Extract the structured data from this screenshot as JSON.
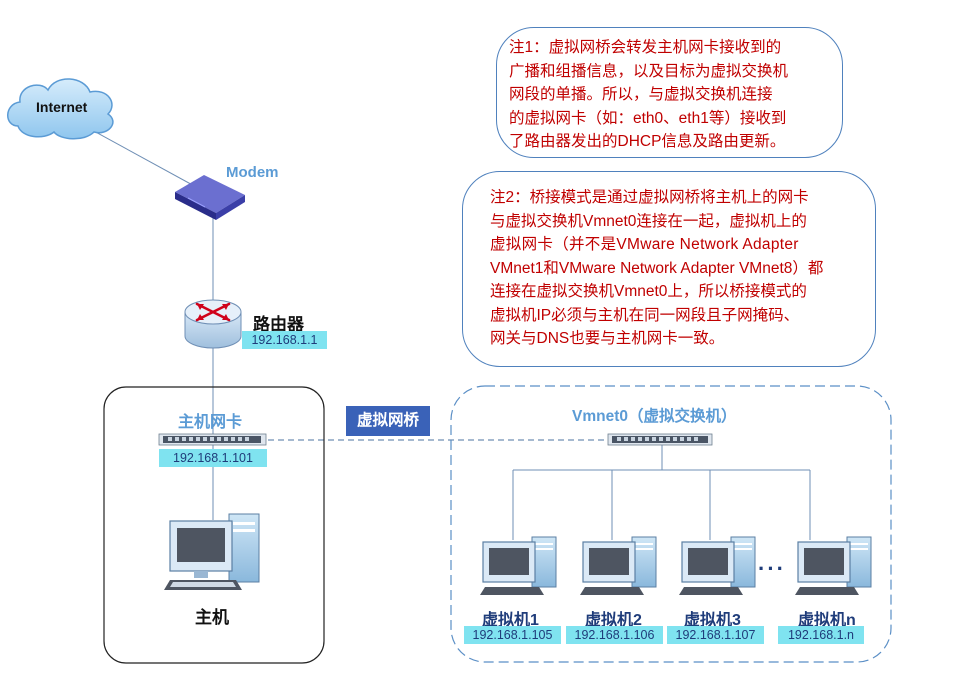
{
  "internet": {
    "label": "Internet"
  },
  "modem": {
    "label": "Modem"
  },
  "router": {
    "label": "路由器",
    "ip": "192.168.1.1"
  },
  "host_nic": {
    "label": "主机网卡",
    "ip": "192.168.1.101"
  },
  "host": {
    "label": "主机"
  },
  "bridge": {
    "label": "虚拟网桥"
  },
  "vmnet0": {
    "label": "Vmnet0（虚拟交换机）"
  },
  "vms": [
    {
      "label": "虚拟机1",
      "ip": "192.168.1.105"
    },
    {
      "label": "虚拟机2",
      "ip": "192.168.1.106"
    },
    {
      "label": "虚拟机3",
      "ip": "192.168.1.107"
    },
    {
      "label": "虚拟机n",
      "ip": "192.168.1.n"
    }
  ],
  "ellipsis": "···",
  "note1": [
    "注1：虚拟网桥会转发主机网卡接收到的",
    "广播和组播信息，以及目标为虚拟交换机",
    "网段的单播。所以，与虚拟交换机连接",
    "的虚拟网卡（如：eth0、eth1等）接收到",
    "了路由器发出的DHCP信息及路由更新。"
  ],
  "note2": [
    "注2：桥接模式是通过虚拟网桥将主机上的网卡",
    "与虚拟交换机Vmnet0连接在一起，虚拟机上的",
    "虚拟网卡（并不是VMware Network Adapter",
    "VMnet1和VMware Network Adapter VMnet8）都",
    "连接在虚拟交换机Vmnet0上，所以桥接模式的",
    "虚拟机IP必须与主机在同一网段且子网掩码、",
    "网关与DNS也要与主机网卡一致。"
  ],
  "colors": {
    "note_text": "#c00000",
    "note_border": "#4f81bd",
    "ip_bg": "#7fe3f0",
    "bridge_bg": "#3a62b8",
    "label_blue": "#5b9bd5",
    "vm_label": "#1f3c7a"
  }
}
